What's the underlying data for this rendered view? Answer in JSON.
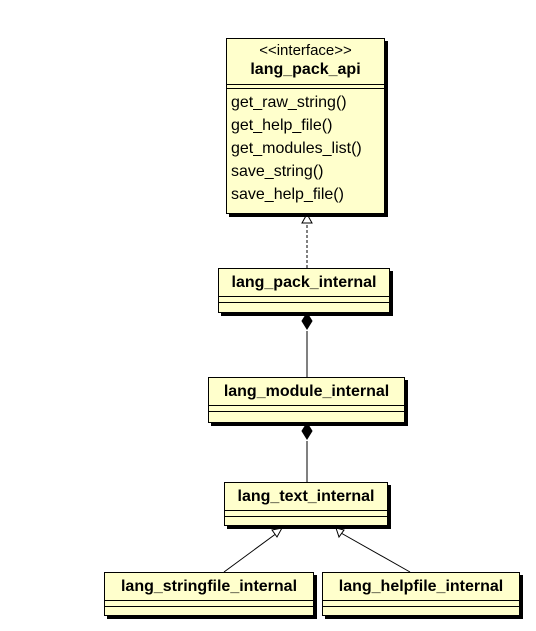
{
  "diagram": {
    "classes": [
      {
        "id": "lang_pack_api",
        "stereotype": "<<interface>>",
        "name": "lang_pack_api",
        "methods": [
          "get_raw_string()",
          "get_help_file()",
          "get_modules_list()",
          "save_string()",
          "save_help_file()"
        ]
      },
      {
        "id": "lang_pack_internal",
        "name": "lang_pack_internal",
        "methods": []
      },
      {
        "id": "lang_module_internal",
        "name": "lang_module_internal",
        "methods": []
      },
      {
        "id": "lang_text_internal",
        "name": "lang_text_internal",
        "methods": []
      },
      {
        "id": "lang_stringfile_internal",
        "name": "lang_stringfile_internal",
        "methods": []
      },
      {
        "id": "lang_helpfile_internal",
        "name": "lang_helpfile_internal",
        "methods": []
      }
    ],
    "relations": [
      {
        "type": "realization",
        "from": "lang_pack_internal",
        "to": "lang_pack_api"
      },
      {
        "type": "composition",
        "whole": "lang_pack_internal",
        "part": "lang_module_internal"
      },
      {
        "type": "composition",
        "whole": "lang_module_internal",
        "part": "lang_text_internal"
      },
      {
        "type": "generalization",
        "from": "lang_stringfile_internal",
        "to": "lang_text_internal"
      },
      {
        "type": "generalization",
        "from": "lang_helpfile_internal",
        "to": "lang_text_internal"
      }
    ],
    "colors": {
      "class_fill": "#ffffcc",
      "line": "#000000",
      "background": "#ffffff"
    }
  }
}
